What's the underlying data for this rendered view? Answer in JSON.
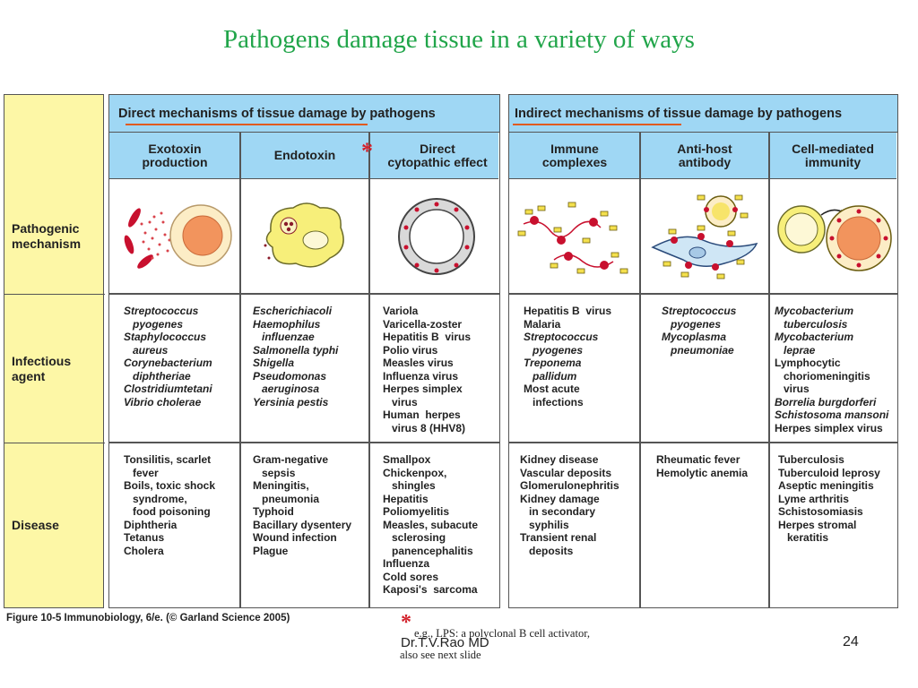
{
  "slide": {
    "title": "Pathogens damage tissue in a variety of ways",
    "author": "Dr.T.V.Rao MD",
    "page_number": "24",
    "footnote_line1": "e.g., LPS: a polyclonal B cell activator,",
    "footnote_line2": "also  see next slide",
    "star": "*",
    "title_color": "#21a54a",
    "accent_color": "#e05a1f"
  },
  "figure": {
    "caption": "Figure 10-5  Immunobiology, 6/e. (© Garland Science 2005)",
    "row_labels": {
      "pathogenic": [
        "Pathogenic",
        "mechanism"
      ],
      "infectious": [
        "Infectious",
        "agent"
      ],
      "disease": [
        "Disease"
      ]
    },
    "direct": {
      "header": "Direct mechanisms of tissue damage by pathogens",
      "columns": [
        {
          "head": [
            "Exotoxin",
            "production"
          ],
          "agents": [
            {
              "t": "Streptococcus",
              "i": true
            },
            {
              "t": "   pyogenes",
              "i": true
            },
            {
              "t": "Staphylococcus",
              "i": true
            },
            {
              "t": "   aureus",
              "i": true
            },
            {
              "t": "Corynebacterium",
              "i": true
            },
            {
              "t": "   diphtheriae",
              "i": true
            },
            {
              "t": "Clostridiumtetani",
              "i": true
            },
            {
              "t": "Vibrio cholerae",
              "i": true
            }
          ],
          "diseases": [
            "Tonsilitis, scarlet",
            "   fever",
            "Boils, toxic shock",
            "   syndrome,",
            "   food poisoning",
            "Diphtheria",
            "Tetanus",
            "Cholera"
          ]
        },
        {
          "head": [
            "Endotoxin"
          ],
          "agents": [
            {
              "t": "Escherichiacoli",
              "i": true
            },
            {
              "t": "Haemophilus",
              "i": true
            },
            {
              "t": "   influenzae",
              "i": true
            },
            {
              "t": "Salmonella typhi",
              "i": true
            },
            {
              "t": "Shigella",
              "i": true
            },
            {
              "t": "Pseudomonas",
              "i": true
            },
            {
              "t": "   aeruginosa",
              "i": true
            },
            {
              "t": "Yersinia pestis",
              "i": true
            }
          ],
          "diseases": [
            "Gram-negative",
            "   sepsis",
            "Meningitis,",
            "   pneumonia",
            "Typhoid",
            "Bacillary dysentery",
            "Wound infection",
            "Plague"
          ]
        },
        {
          "head": [
            "Direct",
            "cytopathic effect"
          ],
          "agents": [
            {
              "t": "Variola",
              "i": false
            },
            {
              "t": "Varicella-zoster",
              "i": false
            },
            {
              "t": "Hepatitis B  virus",
              "i": false
            },
            {
              "t": "Polio virus",
              "i": false
            },
            {
              "t": "Measles virus",
              "i": false
            },
            {
              "t": "Influenza virus",
              "i": false
            },
            {
              "t": "Herpes simplex",
              "i": false
            },
            {
              "t": "   virus",
              "i": false
            },
            {
              "t": "Human  herpes",
              "i": false
            },
            {
              "t": "   virus 8 (HHV8)",
              "i": false
            }
          ],
          "diseases": [
            "Smallpox",
            "Chickenpox,",
            "   shingles",
            "Hepatitis",
            "Poliomyelitis",
            "Measles, subacute",
            "   sclerosing",
            "   panencephalitis",
            "Influenza",
            "Cold sores",
            "Kaposi's  sarcoma"
          ]
        }
      ]
    },
    "indirect": {
      "header": "Indirect mechanisms of tissue damage by pathogens",
      "columns": [
        {
          "head": [
            "Immune",
            "complexes"
          ],
          "agents": [
            {
              "t": "Hepatitis B  virus",
              "i": false
            },
            {
              "t": "Malaria",
              "i": false
            },
            {
              "t": "Streptococcus",
              "i": true
            },
            {
              "t": "   pyogenes",
              "i": true
            },
            {
              "t": "Treponema",
              "i": true
            },
            {
              "t": "   pallidum",
              "i": true
            },
            {
              "t": "Most acute",
              "i": false
            },
            {
              "t": "   infections",
              "i": false
            }
          ],
          "diseases": [
            "Kidney disease",
            "Vascular deposits",
            "Glomerulonephritis",
            "Kidney damage",
            "   in secondary",
            "   syphilis",
            "Transient renal",
            "   deposits"
          ]
        },
        {
          "head": [
            "Anti-host",
            "antibody"
          ],
          "agents": [
            {
              "t": "Streptococcus",
              "i": true
            },
            {
              "t": "   pyogenes",
              "i": true
            },
            {
              "t": "Mycoplasma",
              "i": true
            },
            {
              "t": "   pneumoniae",
              "i": true
            }
          ],
          "diseases": [
            "Rheumatic fever",
            "Hemolytic anemia"
          ]
        },
        {
          "head": [
            "Cell-mediated",
            "immunity"
          ],
          "agents": [
            {
              "t": "Mycobacterium",
              "i": true
            },
            {
              "t": "   tuberculosis",
              "i": true
            },
            {
              "t": "Mycobacterium",
              "i": true
            },
            {
              "t": "   leprae",
              "i": true
            },
            {
              "t": "Lymphocytic",
              "i": false
            },
            {
              "t": "   choriomeningitis",
              "i": false
            },
            {
              "t": "   virus",
              "i": false
            },
            {
              "t": "Borrelia burgdorferi",
              "i": true
            },
            {
              "t": "Schistosoma mansoni",
              "i": true
            },
            {
              "t": "Herpes simplex virus",
              "i": false
            }
          ],
          "diseases": [
            "Tuberculosis",
            "Tuberculoid leprosy",
            "Aseptic meningitis",
            "Lyme arthritis",
            "Schistosomiasis",
            "Herpes stromal",
            "   keratitis"
          ]
        }
      ]
    }
  }
}
